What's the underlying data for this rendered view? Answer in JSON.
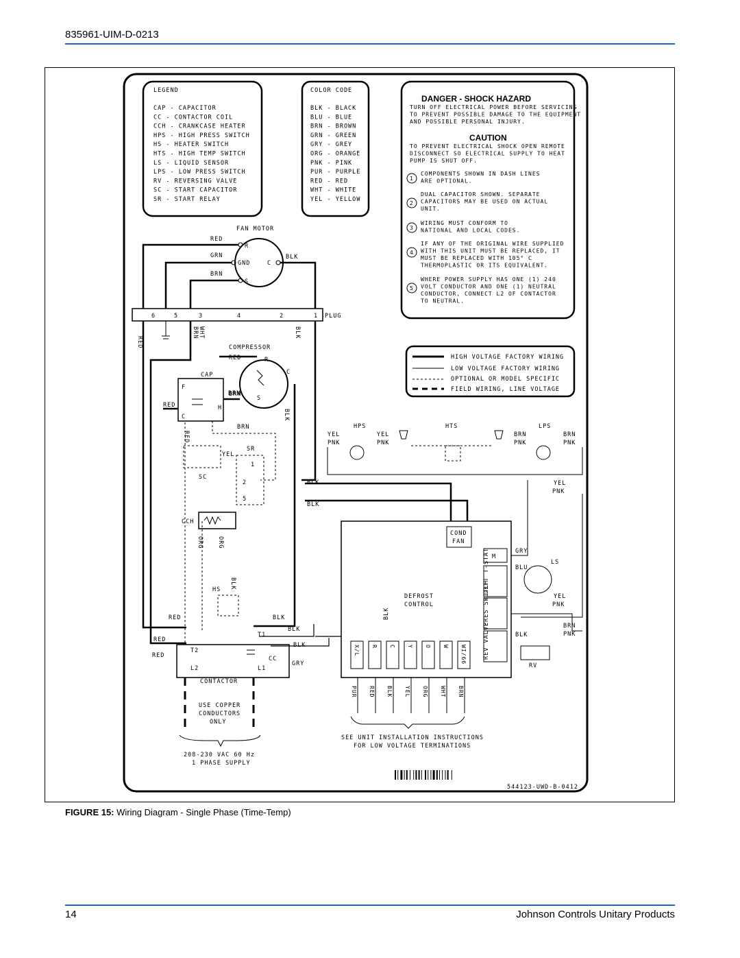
{
  "header": {
    "doc_id": "835961-UIM-D-0213"
  },
  "legend": {
    "title": "LEGEND",
    "items": [
      "CAP - CAPACITOR",
      "CC - CONTACTOR COIL",
      "CCH - CRANKCASE HEATER",
      "HPS - HIGH PRESS SWITCH",
      "HS - HEATER SWITCH",
      "HTS - HIGH TEMP SWITCH",
      "LS - LIQUID SENSOR",
      "LPS - LOW PRESS SWITCH",
      "RV - REVERSING VALVE",
      "SC - START CAPACITOR",
      "SR - START RELAY"
    ]
  },
  "color_code": {
    "title": "COLOR CODE",
    "items": [
      "BLK - BLACK",
      "BLU - BLUE",
      "BRN - BROWN",
      "GRN - GREEN",
      "GRY - GREY",
      "ORG - ORANGE",
      "PNK - PINK",
      "PUR - PURPLE",
      "RED - RED",
      "WHT - WHITE",
      "YEL - YELLOW"
    ]
  },
  "warning": {
    "danger_title": "DANGER - SHOCK HAZARD",
    "danger_lines": [
      "TURN OFF ELECTRICAL POWER BEFORE SERVICING",
      "TO PREVENT POSSIBLE DAMAGE TO THE EQUIPMENT",
      "AND POSSIBLE PERSONAL INJURY."
    ],
    "caution_title": "CAUTION",
    "caution_lines": [
      "TO PREVENT ELECTRICAL SHOCK OPEN REMOTE",
      "DISCONNECT SO ELECTRICAL SUPPLY TO HEAT",
      "PUMP IS SHUT OFF."
    ],
    "notes": [
      {
        "num": "1",
        "lines": [
          "COMPONENTS SHOWN IN DASH LINES",
          "ARE OPTIONAL."
        ]
      },
      {
        "num": "2",
        "lines": [
          "DUAL CAPACITOR SHOWN.  SEPARATE",
          "CAPACITORS MAY BE USED ON ACTUAL",
          "UNIT."
        ]
      },
      {
        "num": "3",
        "lines": [
          "WIRING MUST CONFORM TO",
          "NATIONAL AND LOCAL CODES."
        ]
      },
      {
        "num": "4",
        "lines": [
          "IF ANY OF THE ORIGINAL WIRE SUPPLIED",
          "WITH THIS UNIT MUST BE REPLACED, IT",
          "MUST BE REPLACED WITH 105° C",
          "THERMOPLASTIC OR ITS EQUIVALENT."
        ]
      },
      {
        "num": "5",
        "lines": [
          "WHERE POWER SUPPLY HAS ONE (1) 240",
          "VOLT CONDUCTOR AND ONE (1) NEUTRAL",
          "CONDUCTOR, CONNECT L2 OF CONTACTOR",
          "TO NEUTRAL."
        ]
      }
    ]
  },
  "wiring_key": [
    "HIGH VOLTAGE FACTORY WIRING",
    "LOW VOLTAGE FACTORY WIRING",
    "OPTIONAL OR MODEL SPECIFIC",
    "FIELD WIRING, LINE VOLTAGE"
  ],
  "fan_motor": {
    "label": "FAN MOTOR",
    "terminals": [
      "R",
      "GND",
      "C",
      "S"
    ],
    "wires": [
      "RED",
      "GRN",
      "BRN",
      "BLK"
    ]
  },
  "plug": {
    "label": "PLUG",
    "pins": [
      "6",
      "5",
      "3",
      "4",
      "2",
      "1"
    ],
    "wire_labels": [
      "RED",
      "BRN",
      "WHT",
      "BLK"
    ]
  },
  "compressor": {
    "label": "COMPRESSOR",
    "terminals": [
      "R",
      "C",
      "S"
    ],
    "wires": [
      "RED",
      "BRN",
      "BLK"
    ]
  },
  "cap": {
    "label": "CAP",
    "terminals": [
      "F",
      "C",
      "H"
    ],
    "wires": [
      "RED",
      "BRN"
    ]
  },
  "start_components": {
    "sc": "SC",
    "sr": "SR",
    "wire": "YEL",
    "sr_pins": [
      "1",
      "2",
      "5"
    ]
  },
  "switches": {
    "hps": "HPS",
    "hts": "HTS",
    "lps": "LPS",
    "left_wires": [
      "YEL",
      "PNK",
      "YEL",
      "PNK"
    ],
    "right_wires": [
      "BRN",
      "PNK",
      "BRN",
      "PNK"
    ],
    "side": [
      "YEL",
      "PNK"
    ]
  },
  "cch": {
    "label": "CCH",
    "wires": [
      "ORG",
      "ORG"
    ]
  },
  "hs": {
    "label": "HS",
    "wire": "BLK"
  },
  "contactor": {
    "label": "CONTACTOR",
    "terminals": [
      "T2",
      "T1",
      "L2",
      "L1",
      "CC"
    ],
    "wires": [
      "RED",
      "RED",
      "RED",
      "BLK",
      "BLK",
      "BLK",
      "GRY"
    ]
  },
  "defrost": {
    "label_1": "DEFROST",
    "label_2": "CONTROL",
    "cond_fan": [
      "COND",
      "FAN"
    ],
    "side_boxes": [
      "DEFT T-STAT",
      "PRES SWITCH",
      "REV VALVE"
    ],
    "m": "M",
    "terminals": [
      "X/L",
      "R",
      "C",
      "Y",
      "O",
      "W",
      "WI/66"
    ],
    "field_wires": [
      "PUR",
      "RED",
      "BLK",
      "YEL",
      "ORG",
      "WHT",
      "BRN"
    ],
    "right_wires": [
      "GRY",
      "BLU",
      "LS",
      "YEL",
      "PNK",
      "BRN",
      "PNK",
      "BLK",
      "RV"
    ]
  },
  "blk_labels": [
    "BLK",
    "BLK",
    "BLK",
    "BLK"
  ],
  "copper_note": [
    "USE COPPER",
    "CONDUCTORS",
    "ONLY"
  ],
  "supply": [
    "208-230 VAC 60 Hz",
    "1 PHASE SUPPLY"
  ],
  "install_note": [
    "SEE UNIT INSTALLATION INSTRUCTIONS",
    "FOR LOW VOLTAGE TERMINATIONS"
  ],
  "part_code": "544123-UWD-B-0412",
  "caption": {
    "prefix": "FIGURE 15:",
    "text": " Wiring Diagram - Single Phase (Time-Temp)"
  },
  "footer": {
    "page": "14",
    "company": "Johnson Controls Unitary Products"
  }
}
